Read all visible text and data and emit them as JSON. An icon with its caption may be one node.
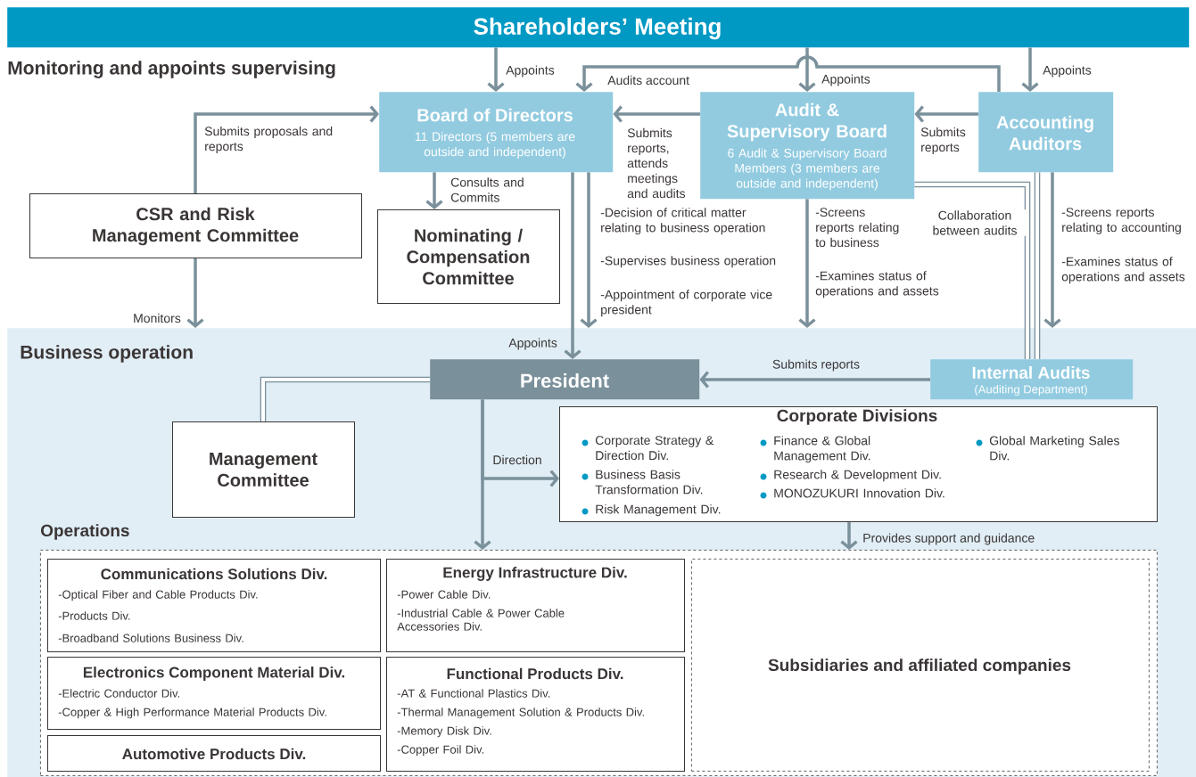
{
  "diagram": {
    "nodes": [
      {
        "text": [
          "Shareholders’ Meeting"
        ]
      },
      {
        "text": [
          "Board of Directors",
          "11 Directors (5 members are outside and independent)"
        ]
      },
      {
        "text": [
          "Audit & Supervisory Board",
          "6 Audit & Supervisory Board Members (3 members are outside and independent)"
        ]
      },
      {
        "text": [
          "Accounting Auditors"
        ]
      },
      {
        "text": [
          "CSR and Risk Management Committee"
        ]
      },
      {
        "text": [
          "Nominating / Compensation Committee"
        ]
      },
      {
        "text": [
          "Business operation"
        ]
      },
      {
        "text": [
          "President"
        ],
        "in": 6
      },
      {
        "text": [
          "Internal Audits",
          "(Auditing Department)"
        ],
        "in": 6
      },
      {
        "text": [
          "Management Committee"
        ],
        "in": 6
      },
      {
        "text": [
          "Corporate Divisions",
          "Corporate Strategy & Direction Div.",
          "Business Basis Transformation Div.",
          "Risk Management Div.",
          "Finance & Global Management Div.",
          "Research & Development Div.",
          "MONOZUKURI Innovation Div.",
          "Global Marketing Sales Div."
        ],
        "in": 6
      },
      {
        "text": [
          "Operations"
        ],
        "in": 6
      },
      {
        "text": [
          "Communications Solutions Div.",
          "-Optical Fiber and Cable Products Div.",
          "-Products Div.",
          "-Broadband Solutions Business Div."
        ],
        "in": 11
      },
      {
        "text": [
          "Energy Infrastructure Div.",
          "-Power Cable Div.",
          "-Industrial Cable & Power Cable Accessories Div."
        ],
        "in": 11
      },
      {
        "text": [
          "Electronics Component Material Div.",
          "-Electric Conductor Div.",
          "-Copper & High Performance Material Products Div."
        ],
        "in": 11
      },
      {
        "text": [
          "Functional Products Div.",
          "-AT & Functional Plastics Div.",
          "-Thermal Management Solution & Products Div.",
          "-Memory Disk Div.",
          "-Copper Foil Div."
        ],
        "in": 11
      },
      {
        "text": [
          "Automotive Products Div."
        ],
        "in": 11
      },
      {
        "text": [
          "Subsidiaries and affiliated companies"
        ],
        "in": 11
      }
    ],
    "edges": [
      {
        "from": 0,
        "to": 1,
        "arrow": "to",
        "label": "Appoints"
      },
      {
        "from": 0,
        "to": 2,
        "arrow": "to",
        "label": "Appoints"
      },
      {
        "from": 0,
        "to": 3,
        "arrow": "to",
        "label": "Appoints"
      },
      {
        "from": 3,
        "to": 1,
        "arrow": "to",
        "label": "Audits account"
      },
      {
        "from": 2,
        "to": 1,
        "arrow": "to",
        "label": "Submits reports, attends meetings and audits"
      },
      {
        "from": 3,
        "to": 2,
        "arrow": "to",
        "label": "Submits reports"
      },
      {
        "from": 4,
        "to": 1,
        "arrow": "to",
        "label": "Submits proposals and reports"
      },
      {
        "from": 4,
        "to": 6,
        "arrow": "to",
        "label": "Monitors"
      },
      {
        "from": 1,
        "to": 5,
        "arrow": "to",
        "label": "Consults and Commits"
      },
      {
        "from": 1,
        "to": 7,
        "arrow": "to",
        "label": "Appoints"
      },
      {
        "from": 1,
        "to": 6,
        "arrow": "to"
      },
      {
        "from": 2,
        "to": 6,
        "arrow": "to"
      },
      {
        "from": 3,
        "to": 6,
        "arrow": "to"
      },
      {
        "from": 2,
        "to": 8,
        "arrow": "none",
        "label": "Collaboration between audits",
        "style": "thick"
      },
      {
        "from": 3,
        "to": 8,
        "arrow": "none",
        "style": "thick"
      },
      {
        "from": 8,
        "to": 7,
        "arrow": "to",
        "label": "Submits reports"
      },
      {
        "from": 7,
        "to": 9,
        "arrow": "none",
        "style": "thick"
      },
      {
        "from": 7,
        "to": 10,
        "arrow": "to",
        "label": "Direction"
      },
      {
        "from": 7,
        "to": 11,
        "arrow": "to"
      },
      {
        "from": 10,
        "to": 11,
        "arrow": "to",
        "label": "Provides support and guidance"
      }
    ],
    "labels": [
      "Monitoring and appoints supervising",
      "-Decision of critical matter relating to business operation",
      "-Supervises business operation",
      "-Appointment of corporate vice president",
      "-Screens reports relating to business",
      "-Examines status of operations and assets",
      "-Screens reports relating to accounting",
      "-Examines status of operations and assets"
    ]
  }
}
